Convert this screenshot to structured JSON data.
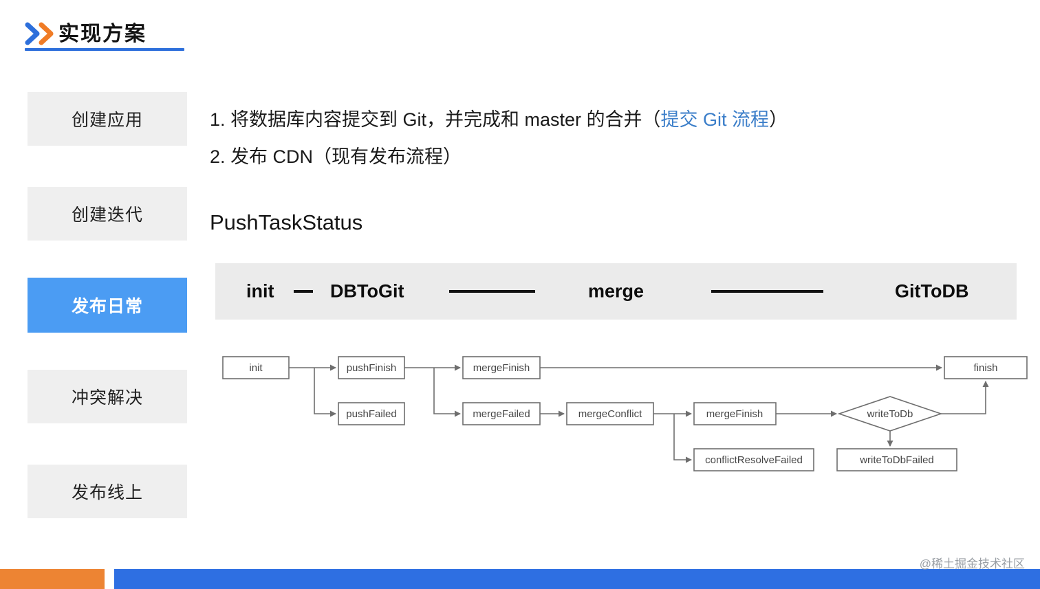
{
  "slide": {
    "title": "实现方案",
    "watermark": "@稀土掘金技术社区"
  },
  "sidebar": {
    "items": [
      {
        "label": "创建应用",
        "active": false
      },
      {
        "label": "创建迭代",
        "active": false
      },
      {
        "label": "发布日常",
        "active": true
      },
      {
        "label": "冲突解决",
        "active": false
      },
      {
        "label": "发布线上",
        "active": false
      }
    ]
  },
  "content": {
    "step1_prefix": "1. 将数据库内容提交到 Git，并完成和 master 的合并（",
    "step1_link": "提交 Git 流程",
    "step1_suffix": "）",
    "step2": "2. 发布 CDN（现有发布流程）",
    "subtitle": "PushTaskStatus"
  },
  "status_bar": {
    "items": [
      "init",
      "DBToGit",
      "merge",
      "GitToDB"
    ]
  },
  "diagram": {
    "type": "flowchart",
    "nodes": {
      "init": "init",
      "pushFinish": "pushFinish",
      "pushFailed": "pushFailed",
      "mergeFinish1": "mergeFinish",
      "mergeFailed": "mergeFailed",
      "mergeConflict": "mergeConflict",
      "mergeFinish2": "mergeFinish",
      "conflictResolveFailed": "conflictResolveFailed",
      "writeToDb": "writeToDb",
      "writeToDbFailed": "writeToDbFailed",
      "finish": "finish"
    },
    "edges": [
      "init -> pushFinish",
      "init -> pushFailed",
      "pushFinish -> mergeFinish",
      "pushFinish -> mergeFailed",
      "mergeFinish -> finish",
      "mergeFailed -> mergeConflict",
      "mergeConflict -> mergeFinish",
      "mergeConflict -> conflictResolveFailed",
      "mergeFinish -> writeToDb",
      "writeToDb -> finish",
      "writeToDb -> writeToDbFailed"
    ]
  },
  "colors": {
    "accent_blue": "#2d6fdb",
    "accent_orange": "#f07c26",
    "active_item_bg": "#4b9cf3",
    "link_blue": "#3b7ec9",
    "status_bar_bg": "#ebebeb",
    "footer_orange": "#ed8433",
    "footer_blue": "#2e6fe2",
    "diagram_stroke": "#6e6e6e"
  }
}
